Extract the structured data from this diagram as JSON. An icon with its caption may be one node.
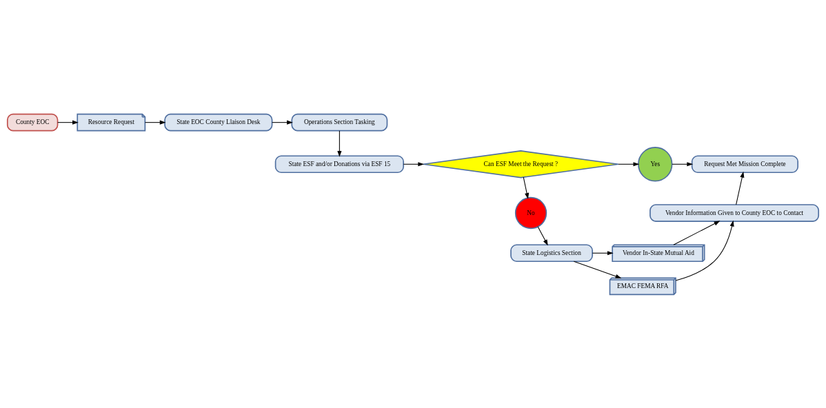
{
  "diagram": {
    "nodes": [
      {
        "text": [
          "County EOC"
        ]
      },
      {
        "text": [
          "Resource Request"
        ]
      },
      {
        "text": [
          "State EOC County Llaison Desk"
        ]
      },
      {
        "text": [
          "Operations Section Tasking"
        ]
      },
      {
        "text": [
          "State ESF and/or Donations via ESF 15"
        ]
      },
      {
        "text": [
          "Can ESF Meet the Request ?"
        ]
      },
      {
        "text": [
          "Yes"
        ]
      },
      {
        "text": [
          "Request Met Mission Complete"
        ]
      },
      {
        "text": [
          "No"
        ]
      },
      {
        "text": [
          "State Logistics Section"
        ]
      },
      {
        "text": [
          "Vendor In-State Mutual Aid"
        ]
      },
      {
        "text": [
          "EMAC FEMA RFA"
        ]
      },
      {
        "text": [
          "Vendor Information Given to County EOC to Contact"
        ]
      }
    ],
    "edges": [
      {
        "from": 0,
        "to": 1,
        "arrow": "to"
      },
      {
        "from": 1,
        "to": 2,
        "arrow": "to"
      },
      {
        "from": 2,
        "to": 3,
        "arrow": "to"
      },
      {
        "from": 3,
        "to": 4,
        "arrow": "to"
      },
      {
        "from": 4,
        "to": 5,
        "arrow": "to"
      },
      {
        "from": 5,
        "to": 6,
        "arrow": "to"
      },
      {
        "from": 6,
        "to": 7,
        "arrow": "to"
      },
      {
        "from": 5,
        "to": 8,
        "arrow": "to"
      },
      {
        "from": 8,
        "to": 9,
        "arrow": "to"
      },
      {
        "from": 9,
        "to": 10,
        "arrow": "to"
      },
      {
        "from": 9,
        "to": 11,
        "arrow": "to"
      },
      {
        "from": 10,
        "to": 12,
        "arrow": "to"
      },
      {
        "from": 11,
        "to": 12,
        "arrow": "to"
      },
      {
        "from": 12,
        "to": 7,
        "arrow": "to"
      }
    ]
  }
}
